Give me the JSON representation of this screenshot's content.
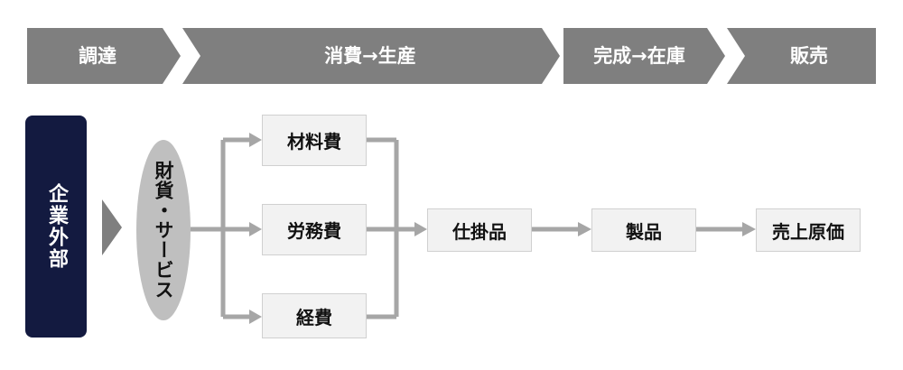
{
  "stages": [
    {
      "label": "調達"
    },
    {
      "label": "消費→生産"
    },
    {
      "label": "完成→在庫"
    },
    {
      "label": "販売"
    }
  ],
  "nodes": {
    "outside": "企業外部",
    "goods": "財貨・サービス",
    "material": "材料費",
    "labor": "労務費",
    "expense": "経費",
    "wip": "仕掛品",
    "product": "製品",
    "cogs": "売上原価"
  },
  "colors": {
    "stage": "#7f7f7f",
    "outside": "#131a40",
    "goods": "#bfbfbf",
    "box": "#f2f2f2",
    "arrow": "#a6a6a6"
  }
}
